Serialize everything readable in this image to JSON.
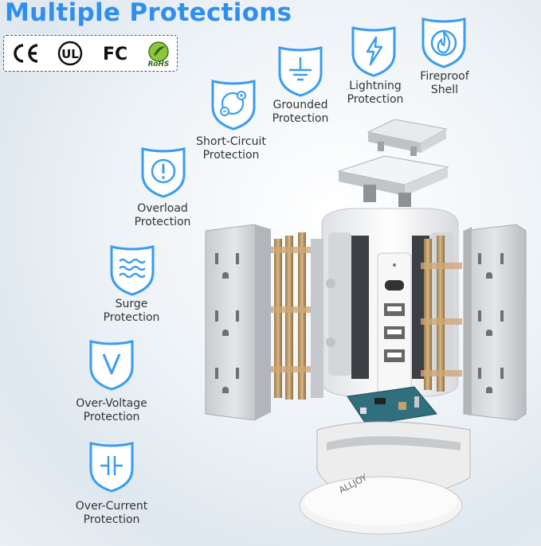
{
  "title": "Multiple Protections",
  "certifications": [
    "CE",
    "UL",
    "FC",
    "RoHS"
  ],
  "features": [
    {
      "icon": "lightning-icon",
      "line1": "Lightning",
      "line2": "Protection"
    },
    {
      "icon": "fire-icon",
      "line1": "Fireproof",
      "line2": "Shell"
    },
    {
      "icon": "ground-icon",
      "line1": "Grounded",
      "line2": "Protection"
    },
    {
      "icon": "short-circuit-icon",
      "line1": "Short-Circuit",
      "line2": "Protection"
    },
    {
      "icon": "overload-icon",
      "line1": "Overload",
      "line2": "Protection"
    },
    {
      "icon": "surge-icon",
      "line1": "Surge",
      "line2": "Protection"
    },
    {
      "icon": "over-voltage-icon",
      "line1": "Over-Voltage",
      "line2": "Protection"
    },
    {
      "icon": "over-current-icon",
      "line1": "Over-Current",
      "line2": "Protection"
    }
  ],
  "brand": "ALLJOY",
  "colors": {
    "accent": "#2f8ff0",
    "shield_fill": "#ffffff",
    "device": "#f2f3f5",
    "outlet": "#c9ccd0"
  }
}
